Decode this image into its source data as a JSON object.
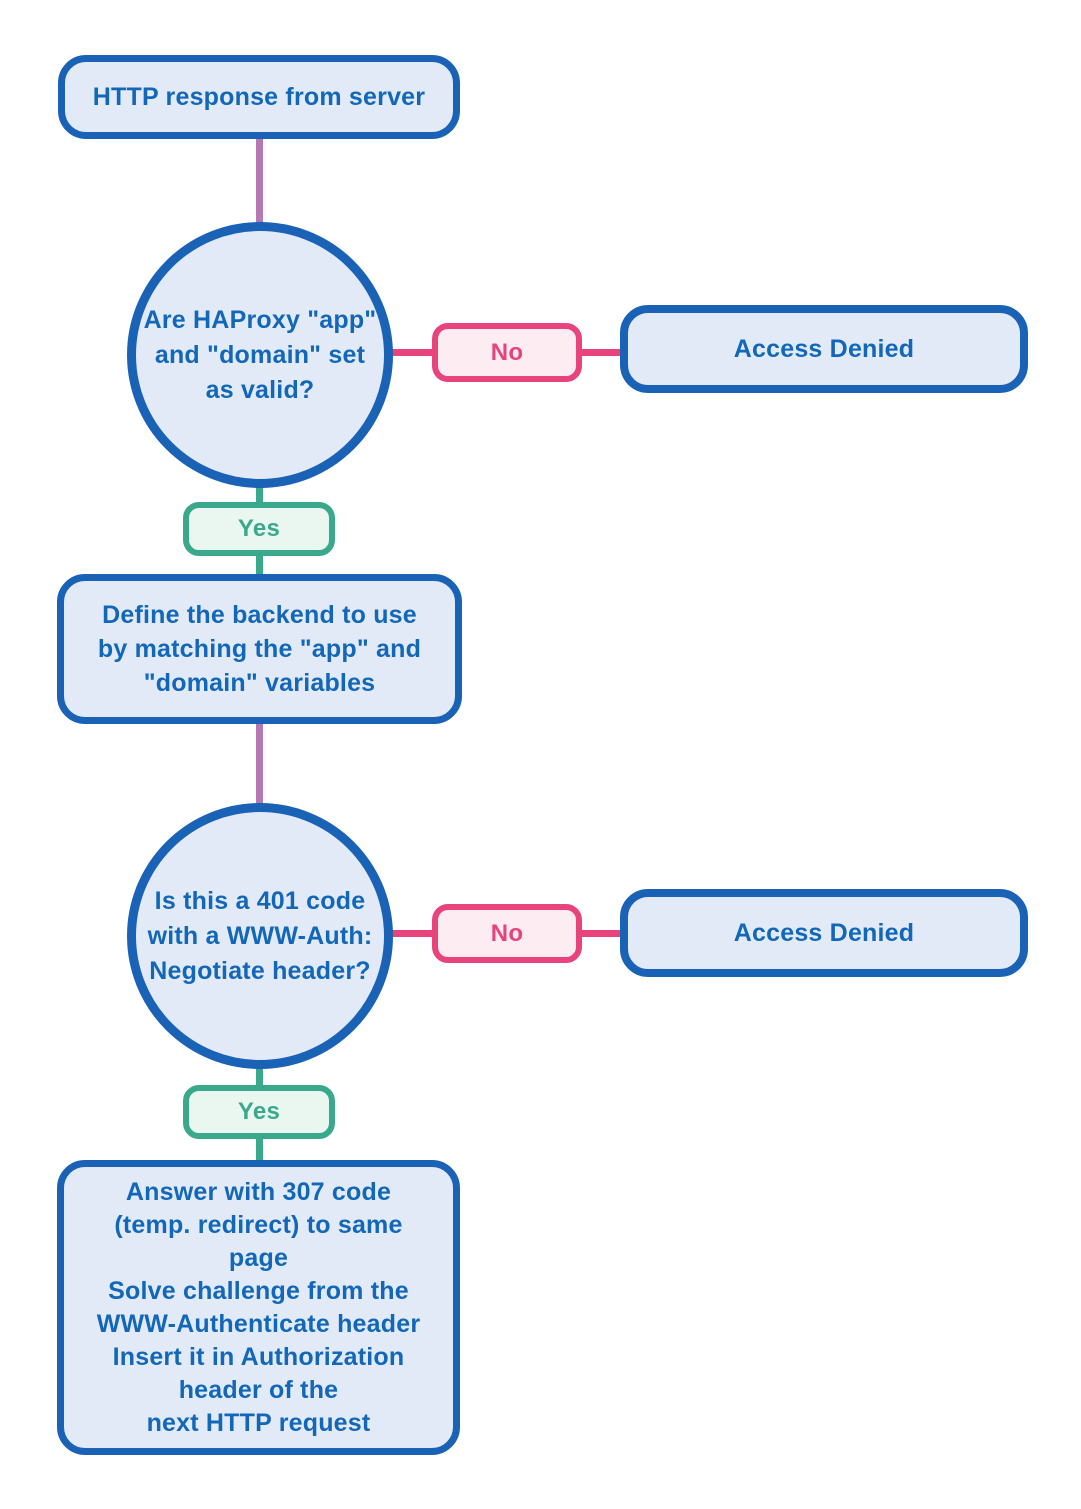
{
  "diagram_type": "flowchart",
  "colors": {
    "node_border_blue": "#1a62b6",
    "node_fill_blue": "#e2eaf7",
    "node_text_blue": "#1267b8",
    "no_pink": "#e8437a",
    "no_fill_pink": "#fdedf3",
    "yes_green": "#3aa98b",
    "yes_fill_green": "#e9f7f0",
    "connector_purple": "#b478b2"
  },
  "nodes": {
    "start": {
      "label": "HTTP response from server"
    },
    "decision_app_domain": {
      "label": "Are HAProxy \"app\"\nand \"domain\" set\nas valid?"
    },
    "access_denied_1": {
      "label": "Access Denied"
    },
    "define_backend": {
      "label": "Define the backend to use\nby matching the \"app\" and\n\"domain\" variables"
    },
    "decision_401": {
      "label": "Is this a 401 code\nwith a WWW-Auth:\nNegotiate header?"
    },
    "access_denied_2": {
      "label": "Access Denied"
    },
    "answer_307": {
      "label": "Answer with 307 code\n(temp. redirect) to same\npage\nSolve challenge from the\nWWW-Authenticate header\nInsert it in Authorization\nheader of the\nnext HTTP request"
    }
  },
  "edges": {
    "no_1": {
      "label": "No"
    },
    "yes_1": {
      "label": "Yes"
    },
    "no_2": {
      "label": "No"
    },
    "yes_2": {
      "label": "Yes"
    }
  }
}
